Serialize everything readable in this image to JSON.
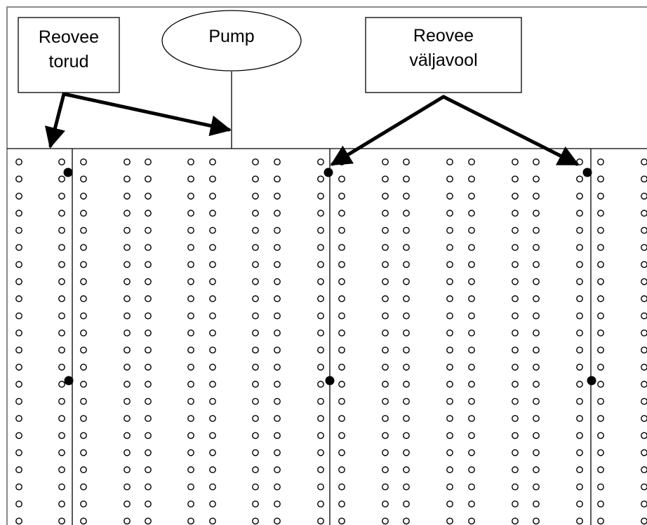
{
  "labels": {
    "pipes_line1": "Reovee",
    "pipes_line2": "torud",
    "pump": "Pump",
    "outlet_line1": "Reovee",
    "outlet_line2": "väljavool"
  },
  "colors": {
    "line": "#000000",
    "frame": "#8a8a8a",
    "background": "#ffffff"
  }
}
